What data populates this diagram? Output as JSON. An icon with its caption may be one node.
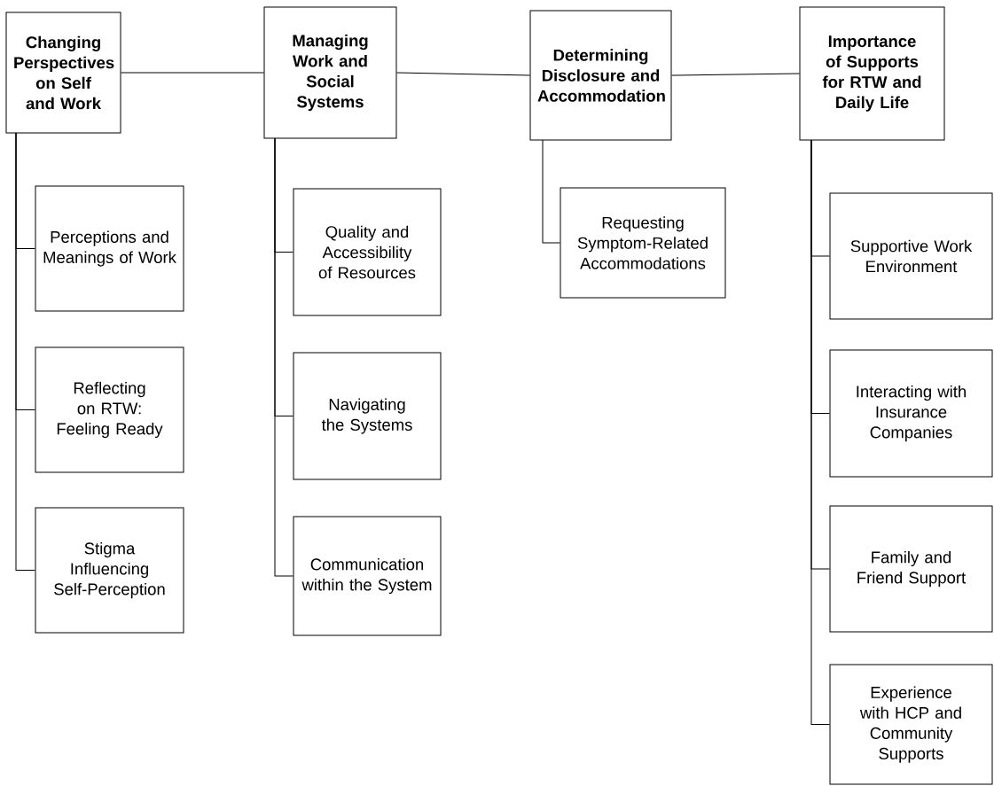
{
  "diagram": {
    "nodes": [
      {
        "text": [
          "Changing Perspectives on Self and Work"
        ]
      },
      {
        "text": [
          "Managing Work and Social Systems"
        ]
      },
      {
        "text": [
          "Determining Disclosure and Accommodation"
        ]
      },
      {
        "text": [
          "Importance of Supports for RTW and Daily Life"
        ]
      },
      {
        "text": [
          "Perceptions and Meanings of Work"
        ]
      },
      {
        "text": [
          "Reflecting on RTW: Feeling Ready"
        ]
      },
      {
        "text": [
          "Stigma Influencing Self-Perception"
        ]
      },
      {
        "text": [
          "Quality and Accessibility of Resources"
        ]
      },
      {
        "text": [
          "Navigating the Systems"
        ]
      },
      {
        "text": [
          "Communication within the System"
        ]
      },
      {
        "text": [
          "Requesting Symptom-Related Accommodations"
        ]
      },
      {
        "text": [
          "Supportive Work Environment"
        ]
      },
      {
        "text": [
          "Interacting with Insurance Companies"
        ]
      },
      {
        "text": [
          "Family and Friend Support"
        ]
      },
      {
        "text": [
          "Experience with HCP and Community Supports"
        ]
      }
    ],
    "edges": [
      {
        "from": 0,
        "to": 1,
        "arrow": "none"
      },
      {
        "from": 1,
        "to": 2,
        "arrow": "none"
      },
      {
        "from": 2,
        "to": 3,
        "arrow": "none"
      },
      {
        "from": 0,
        "to": 4,
        "arrow": "none"
      },
      {
        "from": 0,
        "to": 5,
        "arrow": "none"
      },
      {
        "from": 0,
        "to": 6,
        "arrow": "none"
      },
      {
        "from": 1,
        "to": 7,
        "arrow": "none"
      },
      {
        "from": 1,
        "to": 8,
        "arrow": "none"
      },
      {
        "from": 1,
        "to": 9,
        "arrow": "none"
      },
      {
        "from": 2,
        "to": 10,
        "arrow": "none"
      },
      {
        "from": 3,
        "to": 11,
        "arrow": "none"
      },
      {
        "from": 3,
        "to": 12,
        "arrow": "none"
      },
      {
        "from": 3,
        "to": 13,
        "arrow": "none"
      },
      {
        "from": 3,
        "to": 14,
        "arrow": "none"
      }
    ]
  }
}
